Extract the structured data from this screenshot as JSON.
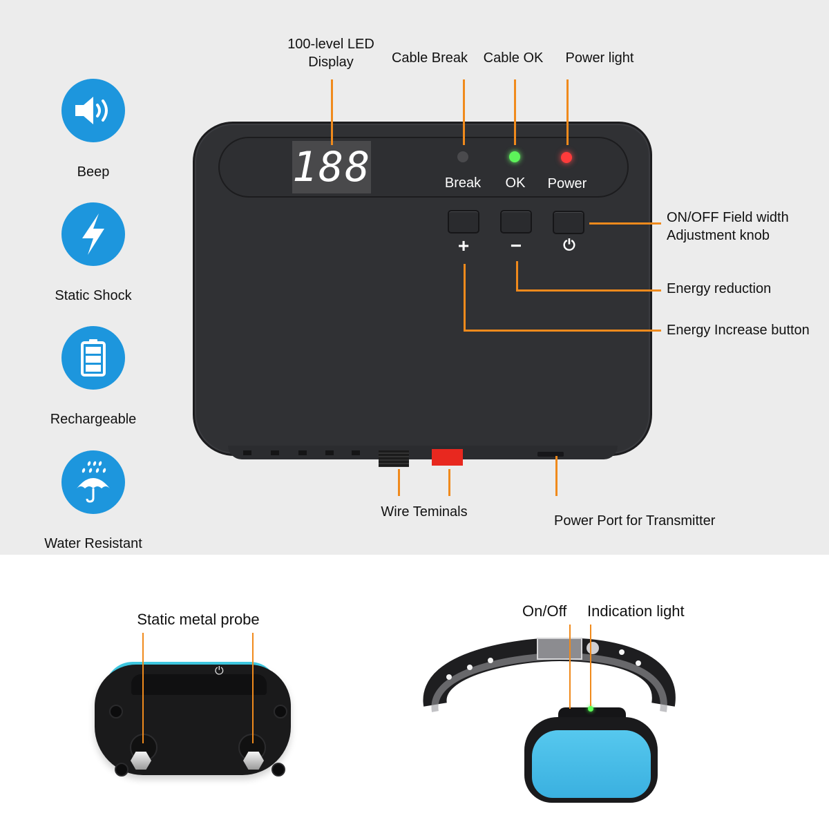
{
  "features": [
    {
      "icon": "speaker-icon",
      "label": "Beep"
    },
    {
      "icon": "lightning-bolt-icon",
      "label": "Static Shock"
    },
    {
      "icon": "battery-icon",
      "label": "Rechargeable"
    },
    {
      "icon": "umbrella-rain-icon",
      "label": "Water Resistant"
    }
  ],
  "transmitter": {
    "callouts": {
      "led_display_line1": "100-level LED",
      "led_display_line2": "Display",
      "cable_break": "Cable Break",
      "cable_ok": "Cable OK",
      "power_light": "Power light",
      "onoff_line1": "ON/OFF Field width",
      "onoff_line2": "Adjustment knob",
      "energy_reduction": "Energy reduction",
      "energy_increase": "Energy Increase button",
      "wire_terminals": "Wire Teminals",
      "power_port": "Power Port for Transmitter"
    },
    "led_value": "188",
    "indicators": [
      {
        "label": "Break",
        "color": "#4a4a4d"
      },
      {
        "label": "OK",
        "color": "#5df25a"
      },
      {
        "label": "Power",
        "color": "#ff3b3b"
      }
    ],
    "buttons": [
      {
        "symbol": "+",
        "name": "energy-increase"
      },
      {
        "symbol": "−",
        "name": "energy-reduction"
      },
      {
        "symbol": "⏻",
        "name": "power"
      }
    ]
  },
  "receiver": {
    "probe_label": "Static metal probe",
    "power_symbol": "⏻"
  },
  "collar": {
    "onoff_label": "On/Off",
    "indication_label": "Indication light"
  },
  "colors": {
    "accent_blue": "#1d96dd",
    "callout_orange": "#f08a1c",
    "device_body": "#303134",
    "terminal_red": "#e8281f",
    "collar_blue": "#4bbde8"
  }
}
